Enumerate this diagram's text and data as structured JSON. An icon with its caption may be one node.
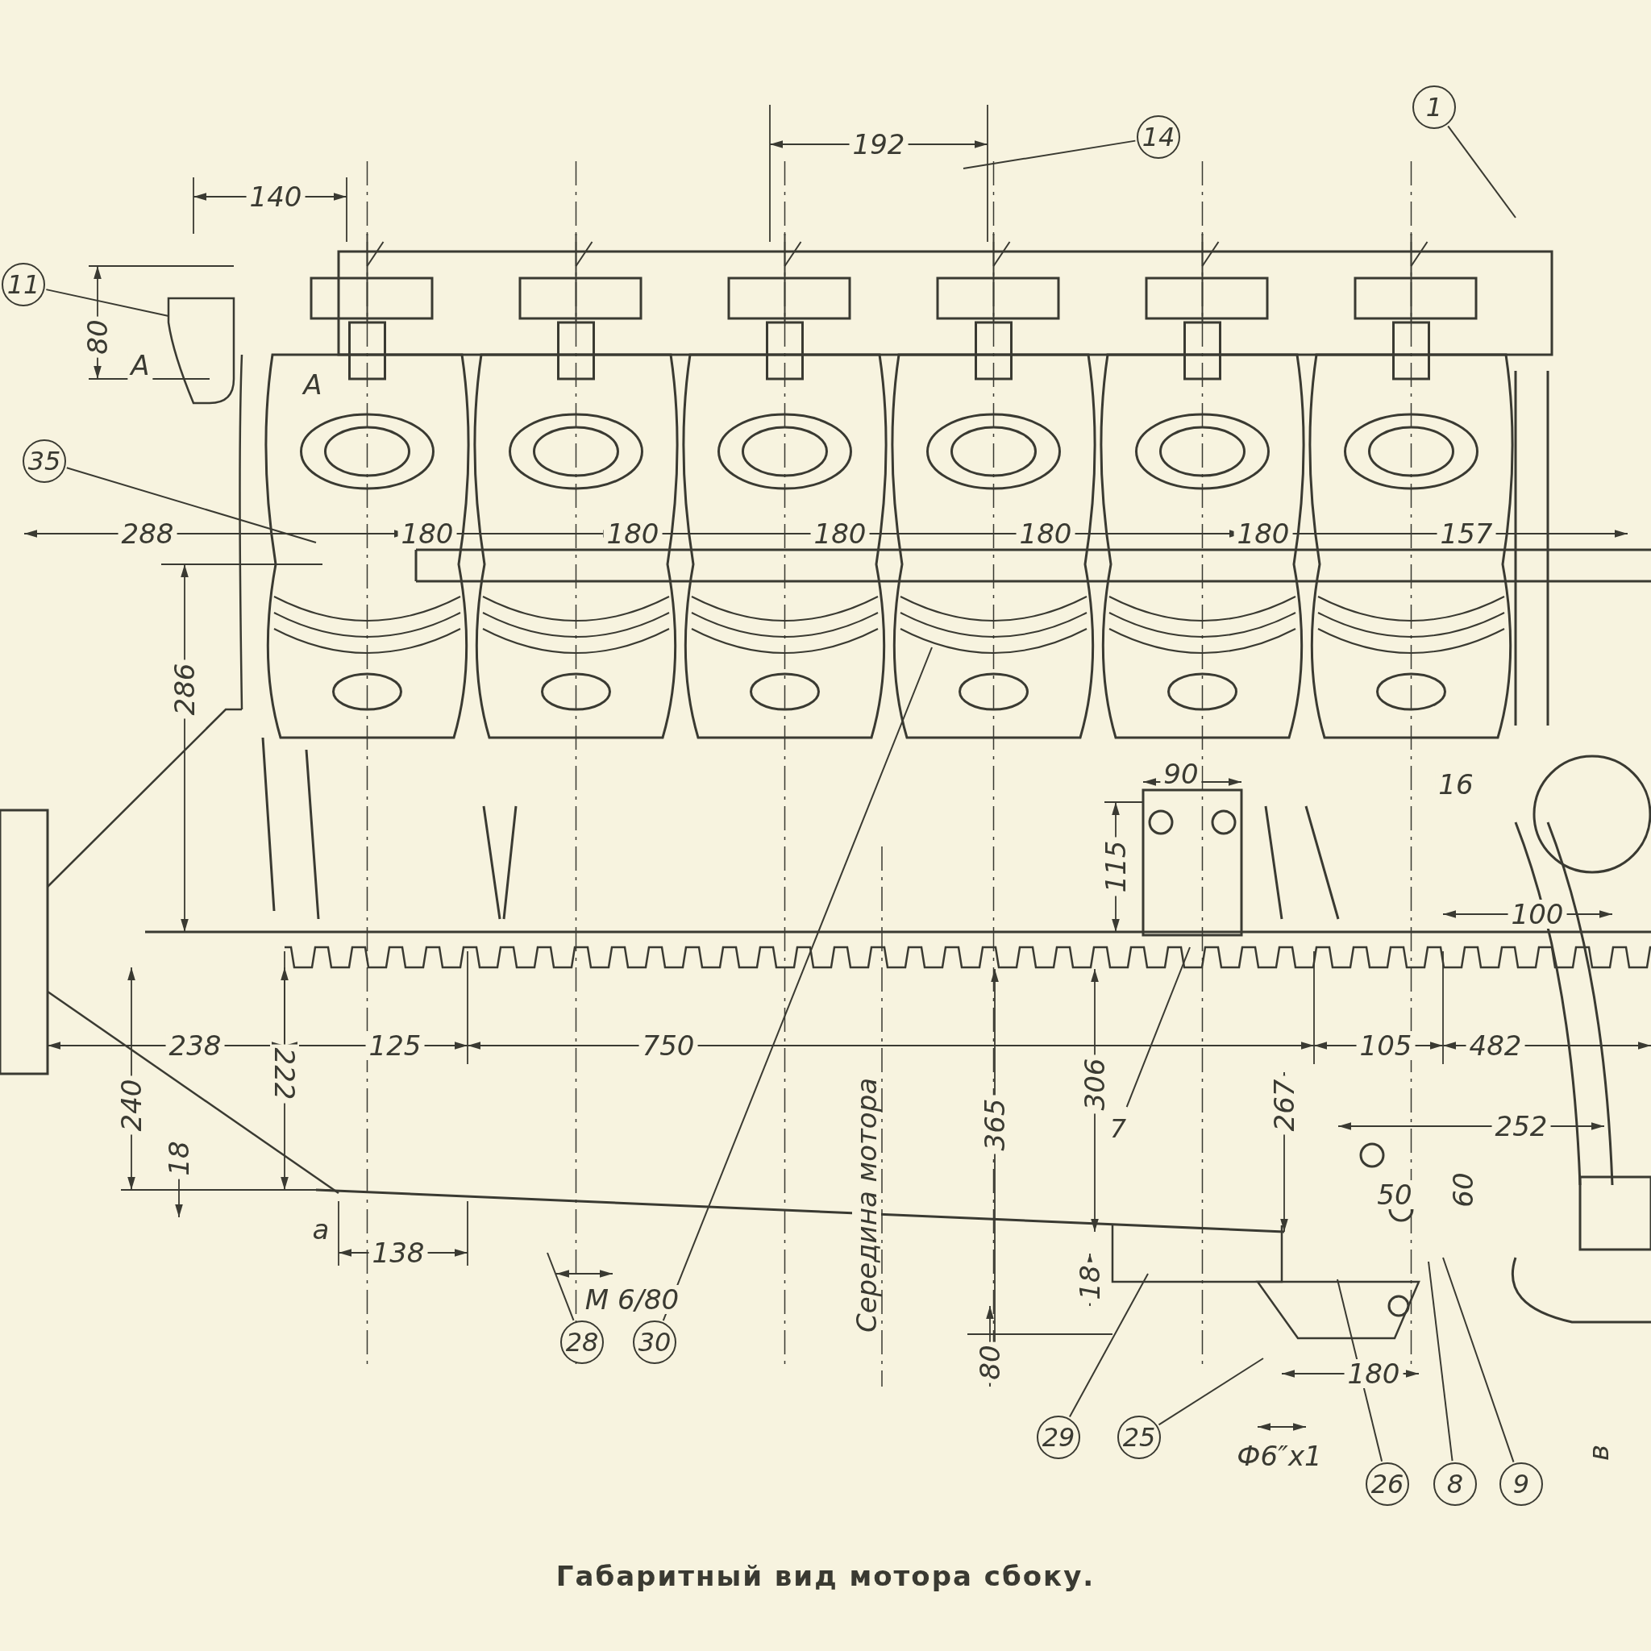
{
  "diagram": {
    "caption": "Габаритный вид мотора сбоку.",
    "nodes": [
      {
        "text": [
          "1"
        ]
      },
      {
        "text": [
          "14"
        ]
      },
      {
        "text": [
          "11"
        ]
      },
      {
        "text": [
          "35"
        ]
      },
      {
        "text": [
          "7"
        ]
      },
      {
        "text": [
          "28"
        ]
      },
      {
        "text": [
          "30"
        ]
      },
      {
        "text": [
          "29"
        ]
      },
      {
        "text": [
          "25"
        ]
      },
      {
        "text": [
          "26"
        ]
      },
      {
        "text": [
          "8"
        ]
      },
      {
        "text": [
          "9"
        ]
      }
    ],
    "edges": [
      {
        "from": 0,
        "to": null,
        "arrow": "none"
      },
      {
        "from": 1,
        "to": null,
        "arrow": "none"
      },
      {
        "from": 2,
        "to": null,
        "arrow": "none"
      },
      {
        "from": 3,
        "to": null,
        "arrow": "none"
      },
      {
        "from": 4,
        "to": null,
        "arrow": "none"
      },
      {
        "from": 5,
        "to": null,
        "arrow": "none"
      },
      {
        "from": 6,
        "to": null,
        "arrow": "none"
      },
      {
        "from": 7,
        "to": null,
        "arrow": "none"
      },
      {
        "from": 8,
        "to": null,
        "arrow": "none"
      },
      {
        "from": 9,
        "to": null,
        "arrow": "none"
      },
      {
        "from": 10,
        "to": null,
        "arrow": "none"
      },
      {
        "from": 11,
        "to": null,
        "arrow": "none"
      }
    ],
    "labels": [
      "192",
      "140",
      "80",
      "A",
      "A",
      "288",
      "180",
      "180",
      "180",
      "180",
      "180",
      "157",
      "286",
      "90",
      "16",
      "115",
      "100",
      "238",
      "222",
      "125",
      "750",
      "105",
      "482",
      "240",
      "306",
      "365",
      "267",
      "252",
      "18",
      "Середина мотора",
      "50",
      "60",
      "a",
      "138",
      "М 6/80",
      "18",
      "80",
      "180",
      "Ф6″х1",
      "в"
    ]
  }
}
